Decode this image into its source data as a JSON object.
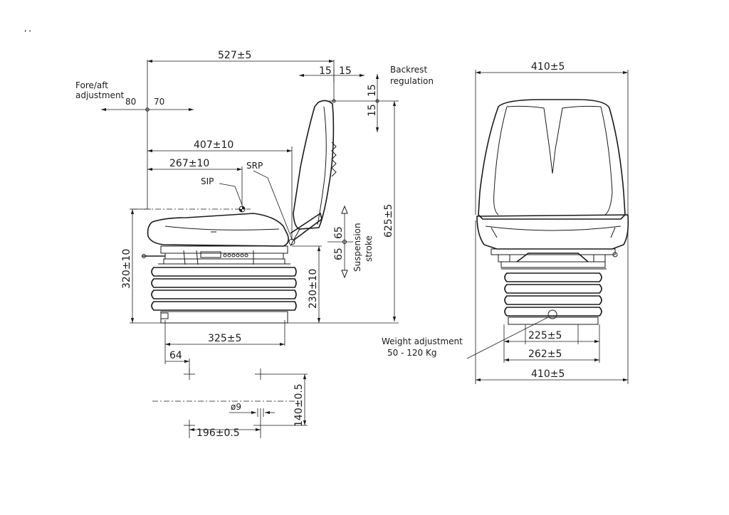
{
  "corner_mark": "' '",
  "side_view": {
    "overall_depth": "527±5",
    "backrest_15a": "15",
    "backrest_15b": "15",
    "backrest_15c": "15",
    "backrest_15d": "15",
    "backrest_label_1": "Backrest",
    "backrest_label_2": "regulation",
    "foreaft_label_1": "Fore/aft",
    "foreaft_label_2": "adjustment",
    "foreaft_back": "80",
    "foreaft_fwd": "70",
    "dim_407": "407±10",
    "dim_267": "267±10",
    "srp": "SRP",
    "sip": "SIP",
    "height_625": "625±5",
    "height_320": "320±10",
    "height_230": "230±10",
    "susp_65a": "65",
    "susp_65b": "65",
    "susp_label_1": "Suspension",
    "susp_label_2": "stroke",
    "base_325": "325±5",
    "offset_64": "64"
  },
  "mounting": {
    "dia_9": "ø9",
    "dim_140": "140±0.5",
    "dim_196": "196±0.5"
  },
  "front_view": {
    "width_top": "410±5",
    "weight_label_1": "Weight adjustment",
    "weight_label_2": "50 - 120 Kg",
    "width_225": "225±5",
    "width_262": "262±5",
    "width_bottom": "410±5"
  }
}
